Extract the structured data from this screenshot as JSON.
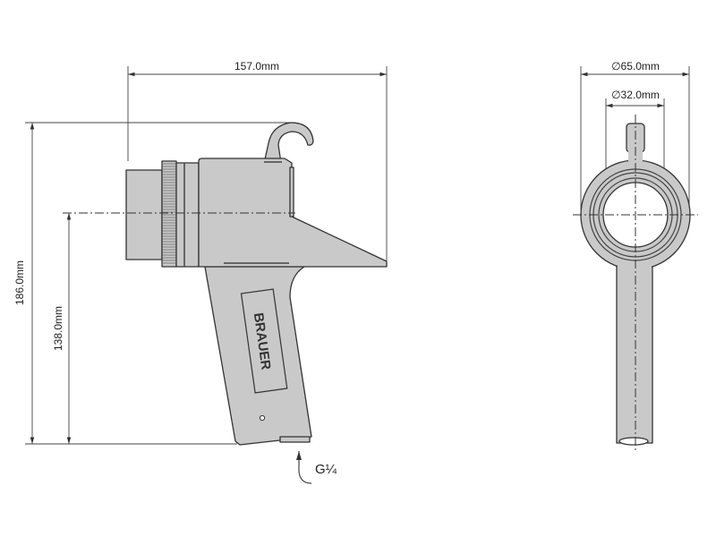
{
  "dimensions": {
    "length": "157.0mm",
    "height_total": "186.0mm",
    "height_axis": "138.0mm",
    "outer_diameter": "∅65.0mm",
    "inner_diameter": "∅32.0mm"
  },
  "connection": "G¼",
  "brand_label": "BRAUER"
}
